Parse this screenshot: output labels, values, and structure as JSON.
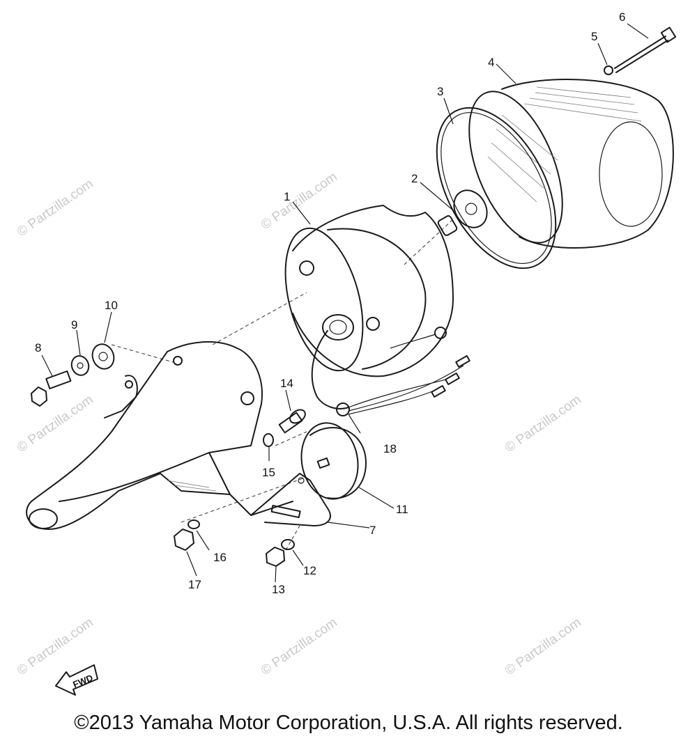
{
  "watermark_text": "© Partzilla.com",
  "copyright": "©2013 Yamaha Motor Corporation, U.S.A. All rights reserved.",
  "fwd_label": "FWD",
  "callouts": {
    "c1": "1",
    "c2": "2",
    "c3": "3",
    "c4": "4",
    "c5": "5",
    "c6": "6",
    "c7": "7",
    "c8": "8",
    "c9": "9",
    "c10": "10",
    "c11": "11",
    "c12": "12",
    "c13": "13",
    "c14": "14",
    "c15": "15",
    "c16": "16",
    "c17": "17",
    "c18": "18"
  }
}
